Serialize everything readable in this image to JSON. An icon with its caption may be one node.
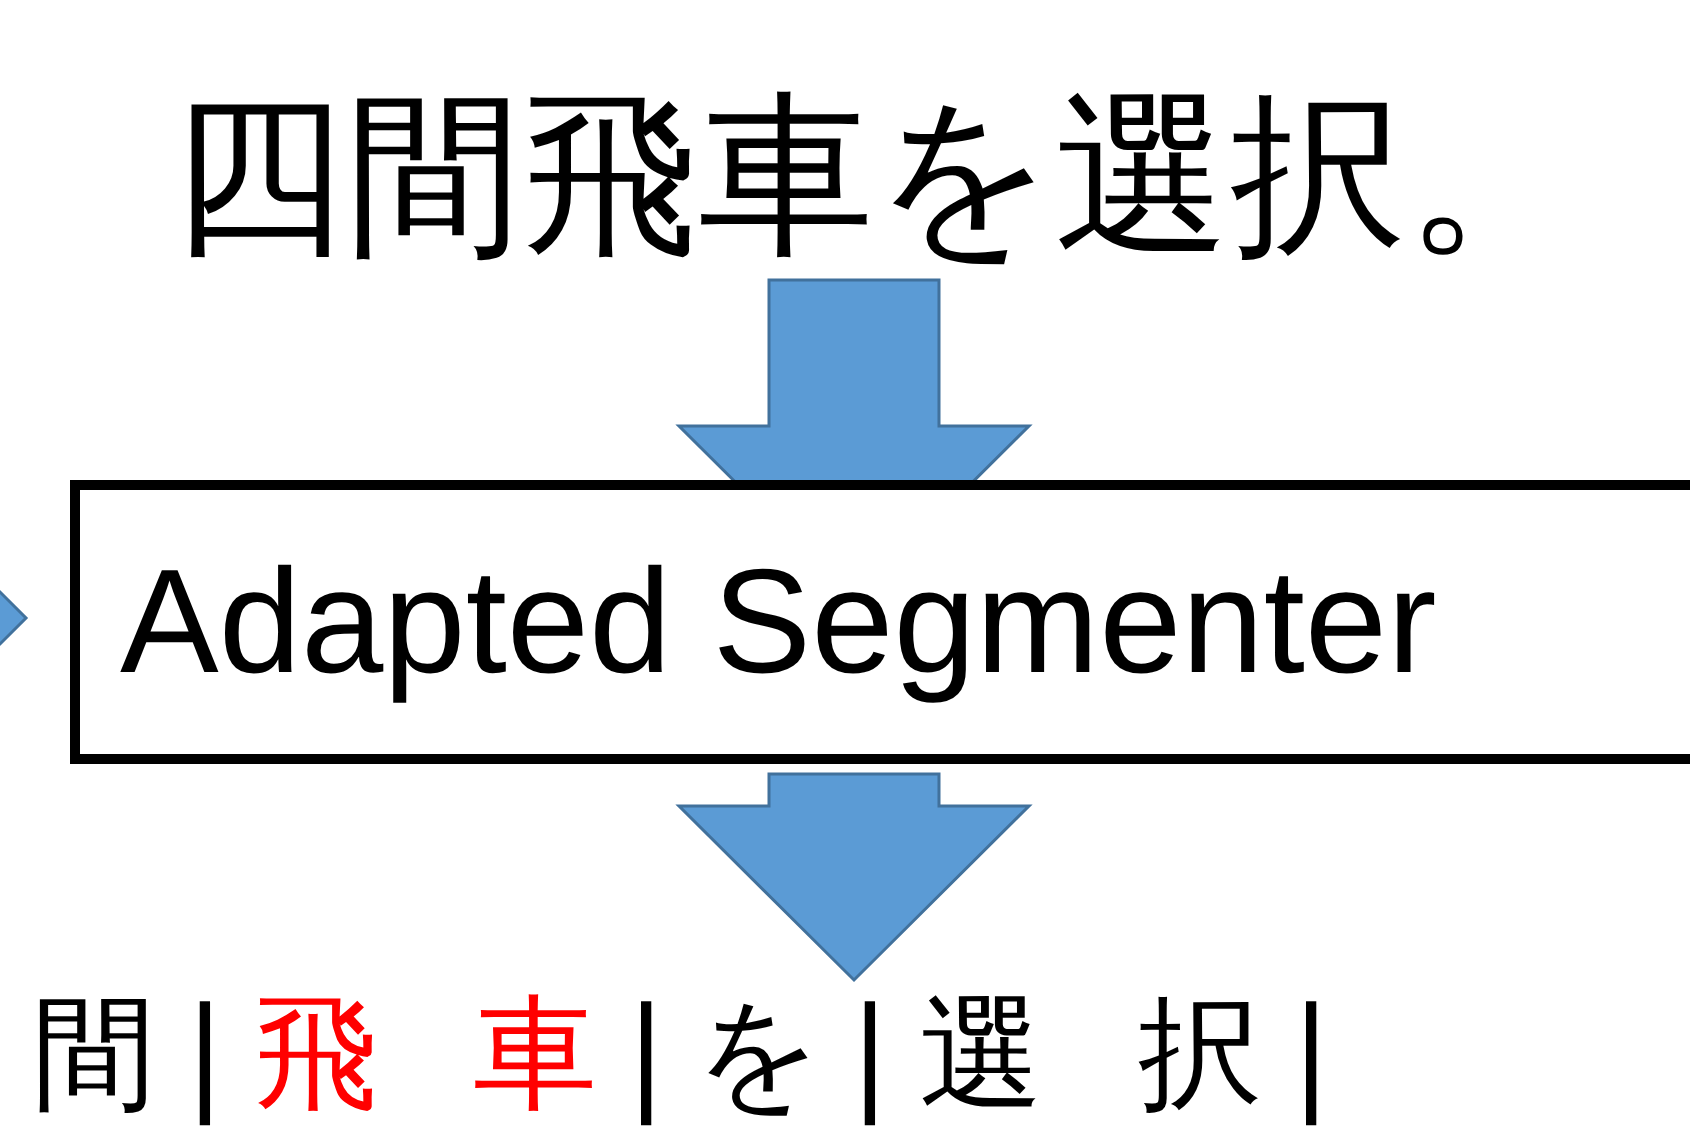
{
  "diagram": {
    "nodes": [
      {
        "text": [
          "四間飛車を選択。"
        ]
      },
      {
        "text": [
          "Adapted Segmenter"
        ]
      },
      {
        "text": [
          "間|",
          "飛 車",
          "|を|選 択|"
        ]
      }
    ],
    "edges": [
      {
        "from": 0,
        "to": 1,
        "arrow": "to"
      },
      {
        "from": 1,
        "to": 2,
        "arrow": "to"
      },
      {
        "from": null,
        "to": 1,
        "arrow": "to"
      }
    ]
  }
}
